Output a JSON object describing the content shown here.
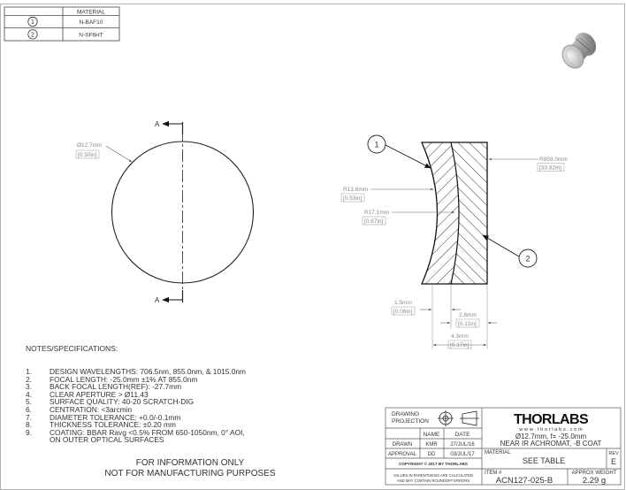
{
  "material_table": {
    "header": "MATERIAL",
    "rows": [
      {
        "balloon": "1",
        "material": "N-BAF10"
      },
      {
        "balloon": "2",
        "material": "N-SF6HT"
      }
    ]
  },
  "front_view": {
    "section_label": "A",
    "diameter_mm": "Ø12.7mm",
    "diameter_in": "[0.50in]"
  },
  "side_view": {
    "balloon_1": "1",
    "balloon_2": "2",
    "r1_mm": "R13.6mm",
    "r1_in": "[0.53in]",
    "r2_mm": "R17.1mm",
    "r2_in": "[0.67in]",
    "r3_mm": "R859.0mm",
    "r3_in": "[33.82in]",
    "t1_mm": "1.5mm",
    "t1_in": "[0.06in]",
    "t2_mm": "2.8mm",
    "t2_in": "[0.11in]",
    "t_total_mm": "4.3mm",
    "t_total_in": "[0.17in]"
  },
  "notes": {
    "title": "NOTES/SPECIFICATIONS:",
    "items": [
      {
        "num": "1.",
        "text": "DESIGN WAVELENGTHS: 706.5nm, 855.0nm, & 1015.0nm"
      },
      {
        "num": "2.",
        "text": "FOCAL LENGTH:  -25.0mm ±1% AT 855.0nm"
      },
      {
        "num": "3.",
        "text": "BACK FOCAL LENGTH(REF):  -27.7mm"
      },
      {
        "num": "4.",
        "text": "CLEAR APERTURE > Ø11.43"
      },
      {
        "num": "5.",
        "text": "SURFACE QUALITY: 40-20 SCRATCH-DIG"
      },
      {
        "num": "6.",
        "text": "CENTRATION: <3arcmin"
      },
      {
        "num": "7.",
        "text": "DIAMETER TOLERANCE: +0.0/-0.1mm"
      },
      {
        "num": "8.",
        "text": "THICKNESS TOLERANCE: ±0.20 mm"
      },
      {
        "num": "9.",
        "text": "COATING: BBAR Ravg <0.5% FROM 650-1050nm, 0° AOI,"
      },
      {
        "num": "",
        "text": "ON OUTER OPTICAL SURFACES"
      }
    ]
  },
  "disclaimer": {
    "line1": "FOR INFORMATION ONLY",
    "line2": "NOT FOR MANUFACTURING PURPOSES"
  },
  "title_block": {
    "drawing_projection_l1": "DRAWING",
    "drawing_projection_l2": "PROJECTION",
    "col_name": "NAME",
    "col_date": "DATE",
    "drawn_label": "DRAWN",
    "drawn_name": "KMR",
    "drawn_date": "27/JUL/16",
    "approval_label": "APPROVAL",
    "approval_name": "DD",
    "approval_date": "03/JUL/17",
    "copyright": "COPYRIGHT © 2017 BY THORLABS",
    "values_note_l1": "VALUES IN PARENTHESIS ARE CALCULATED",
    "values_note_l2": "AND MAY CONTAIN ROUNDOFF ERRORS",
    "logo": "THORLABS",
    "website": "w w w . t h o r l a b s . c o m",
    "description_l1": "Ø12.7mm, f= -25.0mm",
    "description_l2": "NEAR IR ACHROMAT, -B COAT",
    "material_label": "MATERIAL",
    "material_value": "SEE TABLE",
    "rev_label": "REV",
    "rev_value": "E",
    "item_label": "ITEM #",
    "item_value": "ACN127-025-B",
    "weight_label": "APPROX WEIGHT",
    "weight_value": "2.29 g"
  }
}
